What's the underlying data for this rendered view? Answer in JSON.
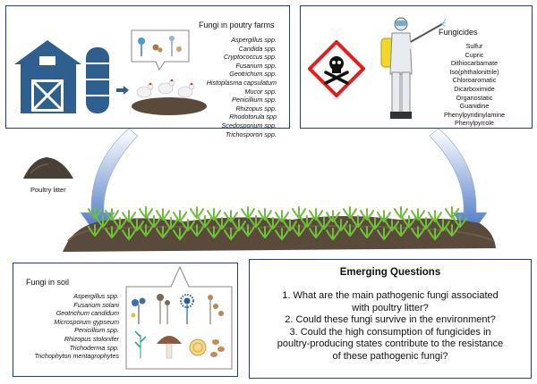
{
  "poultry_panel": {
    "title": "Fungi in poutry farms",
    "fungi": [
      "Aspergillus spp.",
      "Candida spp.",
      "Cryptococcus spp.",
      "Fusarium spp.",
      "Geotrichum spp.",
      "Histoplasma capsulatum",
      "Mucor spp.",
      "Penicillium spp.",
      "Rhizopus spp.",
      "Rhodotorula spp",
      "Scedosporium spp.",
      "Trichosporon spp."
    ]
  },
  "fungicides_panel": {
    "title": "Fungicides",
    "items": [
      "Sulfur",
      "Cupric",
      "Dithiocarbamate",
      "Iso(phthalonitrile)",
      "Chloroaromatic",
      "Dicarboximide",
      "Organostatic",
      "Guanidine",
      "Phenylpyridinylamine",
      "Phenylpyrrole"
    ]
  },
  "poultry_litter_label": "Poultry litter",
  "soil_panel": {
    "title": "Fungi in soil",
    "fungi": [
      "Aspergillus spp.",
      "Fusarium solani",
      "Geotrichum candidum",
      "Microsporum gypseum",
      "Penicillium spp.",
      "Rhizopus stolonifer",
      "Trichoderma spp.",
      "Trichophyton mentagrophytes"
    ]
  },
  "questions_panel": {
    "title": "Emerging Questions",
    "lines": [
      "1. What are the main pathogenic fungi associated",
      "with poultry litter?",
      "2. Could these fungi survive in the environment?",
      "3. Could the high consumption of fungicides in",
      "poultry-producing states contribute to the resistance",
      "of these pathogenic fungi?"
    ]
  },
  "colors": {
    "border": "#1f3f8a",
    "barn": "#2e5f8e",
    "hazard": "#e02020",
    "soil": "#5a4a3c",
    "plant": "#6fbf3a",
    "arrow": "#3f6fc0"
  }
}
